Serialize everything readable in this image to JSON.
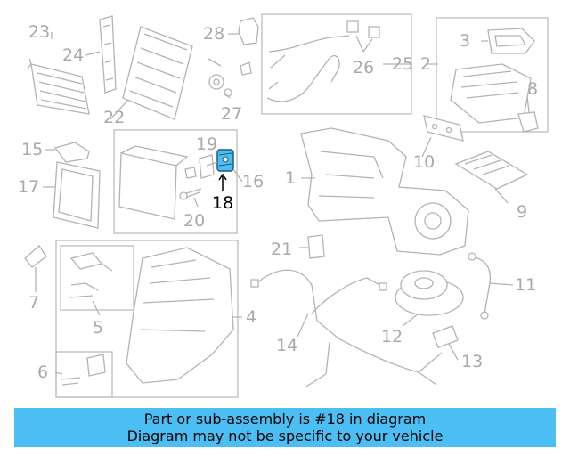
{
  "highlight": {
    "part": "18",
    "color": "#4bbef4"
  },
  "callouts": [
    "1",
    "2",
    "3",
    "4",
    "5",
    "6",
    "7",
    "8",
    "9",
    "10",
    "11",
    "12",
    "13",
    "14",
    "15",
    "16",
    "17",
    "18",
    "19",
    "20",
    "21",
    "22",
    "23",
    "24",
    "25",
    "26",
    "27",
    "28"
  ],
  "caption": {
    "line1": "Part or sub-assembly is #18 in diagram",
    "line2": "Diagram may not be specific to your vehicle",
    "background": "#4bbef4"
  }
}
